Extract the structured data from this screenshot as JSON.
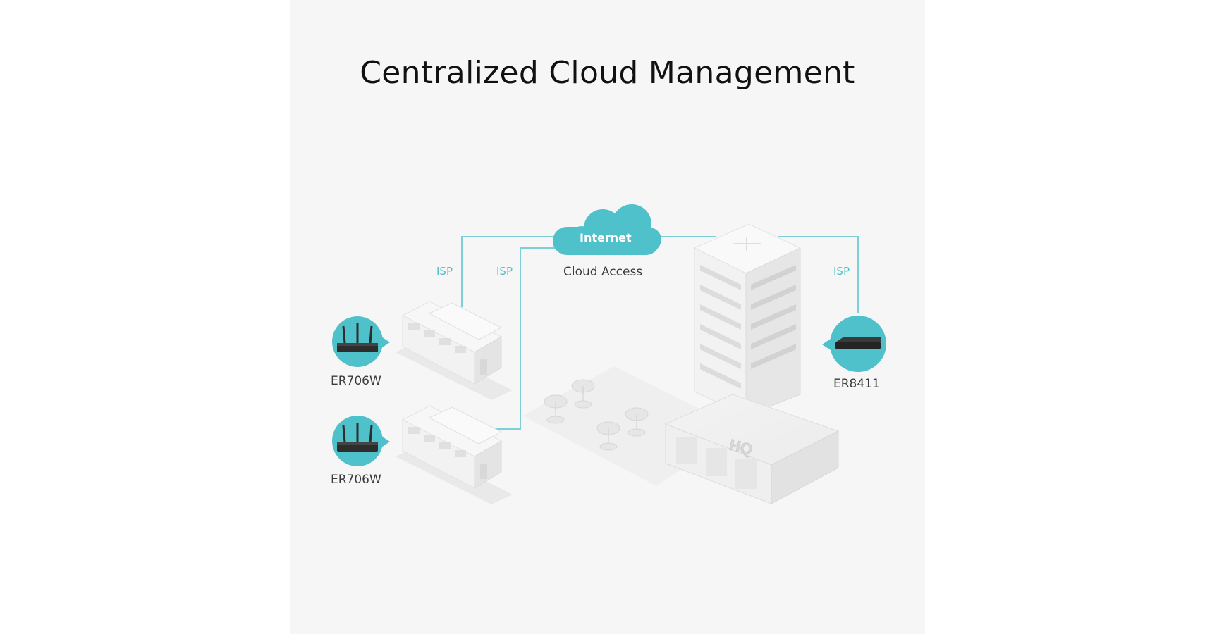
{
  "title": "Centralized Cloud Management",
  "cloud": {
    "label": "Internet",
    "caption": "Cloud Access"
  },
  "isp_labels": [
    "ISP",
    "ISP",
    "ISP"
  ],
  "devices": {
    "branch_1": "ER706W",
    "branch_2": "ER706W",
    "hq": "ER8411"
  },
  "hq_sign": "HQ",
  "colors": {
    "accent": "#4fc1ca",
    "panel_bg": "#f6f6f6",
    "building": "#f1f1f1"
  }
}
